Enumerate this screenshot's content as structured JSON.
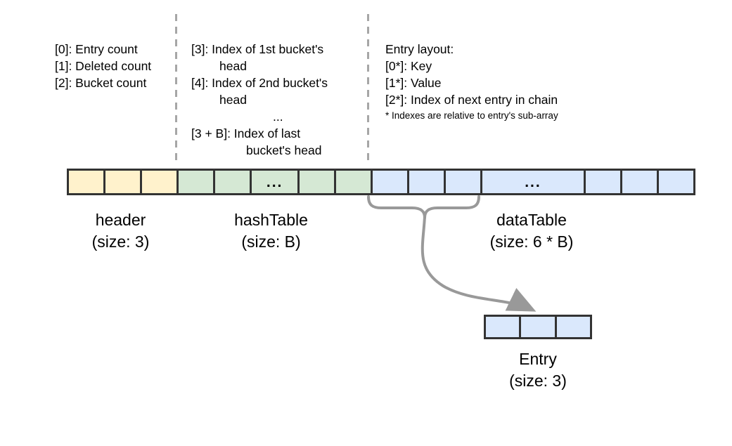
{
  "title": "Hash table memory layout diagram",
  "notes": {
    "header_notes": {
      "lines": [
        {
          "text": "[0]: Entry count"
        },
        {
          "text": "[1]: Deleted count"
        },
        {
          "text": "[2]: Bucket count"
        }
      ]
    },
    "hash_notes": {
      "lines": [
        {
          "text": "[3]: Index of 1st bucket's"
        },
        {
          "text": "head",
          "indent": 40
        },
        {
          "text": "[4]: Index of 2nd bucket's"
        },
        {
          "text": "head",
          "indent": 40
        },
        {
          "text": "...",
          "indent": 116
        },
        {
          "text": "[3 + B]: Index of last"
        },
        {
          "text": "bucket's head",
          "indent": 78
        }
      ]
    },
    "entry_notes": {
      "lines": [
        {
          "text": "Entry layout:"
        },
        {
          "text": "[0*]: Key"
        },
        {
          "text": "[1*]: Value"
        },
        {
          "text": "[2*]: Index of next entry in chain"
        },
        {
          "text": "* Indexes are relative to entry's sub-array",
          "small": true
        }
      ]
    }
  },
  "array": {
    "border_color": "#333333",
    "sections": [
      {
        "name": "header",
        "fill": "#FFF2CC",
        "cells": [
          {
            "label": "",
            "grow": 1
          },
          {
            "label": "",
            "grow": 1
          },
          {
            "label": "",
            "grow": 1
          }
        ]
      },
      {
        "name": "hashTable",
        "fill": "#D5E8D4",
        "cells": [
          {
            "label": "",
            "grow": 1
          },
          {
            "label": "",
            "grow": 1
          },
          {
            "label": "...",
            "grow": 1.31
          },
          {
            "label": "",
            "grow": 1
          },
          {
            "label": "",
            "grow": 1
          }
        ]
      },
      {
        "name": "dataTable",
        "fill": "#DAE8FC",
        "cells": [
          {
            "label": "",
            "grow": 1
          },
          {
            "label": "",
            "grow": 1
          },
          {
            "label": "",
            "grow": 1
          },
          {
            "label": "...",
            "grow": 2.92
          },
          {
            "label": "",
            "grow": 1
          },
          {
            "label": "",
            "grow": 1
          },
          {
            "label": "",
            "grow": 1
          }
        ]
      }
    ]
  },
  "labels": {
    "header": {
      "name": "header",
      "size": "(size: 3)"
    },
    "hashTable": {
      "name": "hashTable",
      "size": "(size: B)"
    },
    "dataTable": {
      "name": "dataTable",
      "size": "(size: 6 * B)"
    },
    "entry": {
      "name": "Entry",
      "size": "(size: 3)"
    }
  },
  "entry_box": {
    "fill": "#DAE8FC",
    "border_color": "#333333",
    "cell_count": 3
  },
  "connector": {
    "color": "#999999"
  },
  "dividers": {
    "color": "#a6a6a6"
  }
}
